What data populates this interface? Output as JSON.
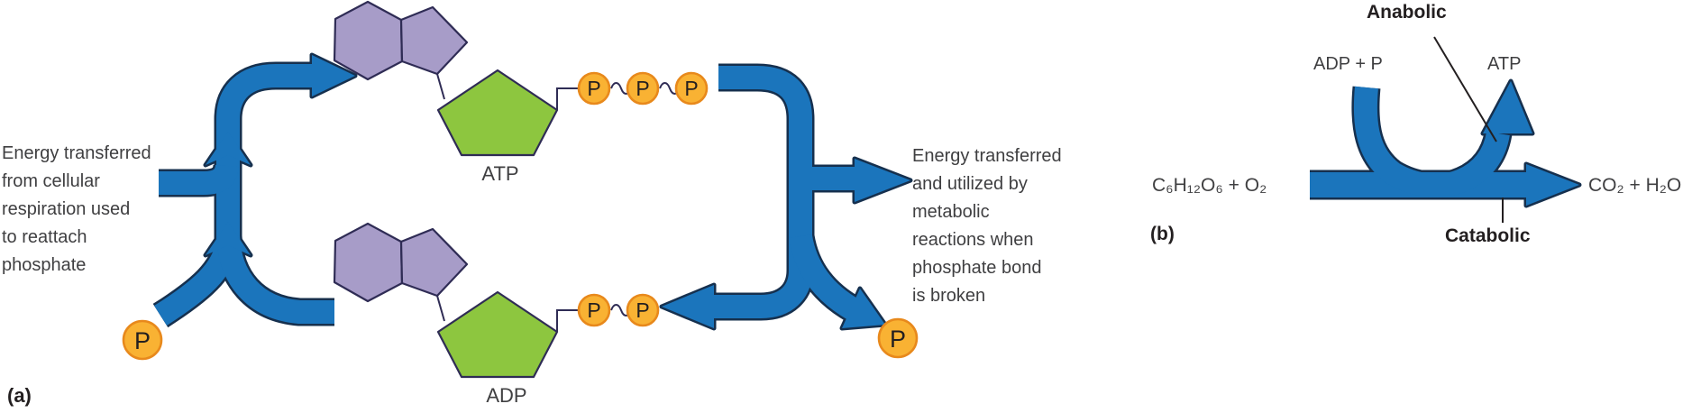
{
  "colors": {
    "arrow_blue": "#1B75BC",
    "arrow_outline": "#16304E",
    "adenine_purple": "#A79CC8",
    "ribose_green": "#8DC63F",
    "phosphate_orange": "#F9B233",
    "phosphate_border": "#E8891C",
    "shape_outline": "#2F2C55",
    "text_dark": "#3F3F41"
  },
  "panel_a": {
    "label": "(a)",
    "left_caption": "Energy transferred\nfrom cellular\nrespiration used\nto reattach\nphosphate",
    "right_caption": "Energy transferred\nand utilized by\nmetabolic\nreactions when\nphosphate bond\nis broken",
    "atp_label": "ATP",
    "adp_label": "ADP",
    "phosphate_letter": "P"
  },
  "panel_b": {
    "label": "(b)",
    "anabolic_label": "Anabolic",
    "catabolic_label": "Catabolic",
    "reactants": "C₆H₁₂O₆ + O₂",
    "products": "CO₂ + H₂O",
    "adp_plus_p": "ADP + P",
    "atp": "ATP"
  }
}
